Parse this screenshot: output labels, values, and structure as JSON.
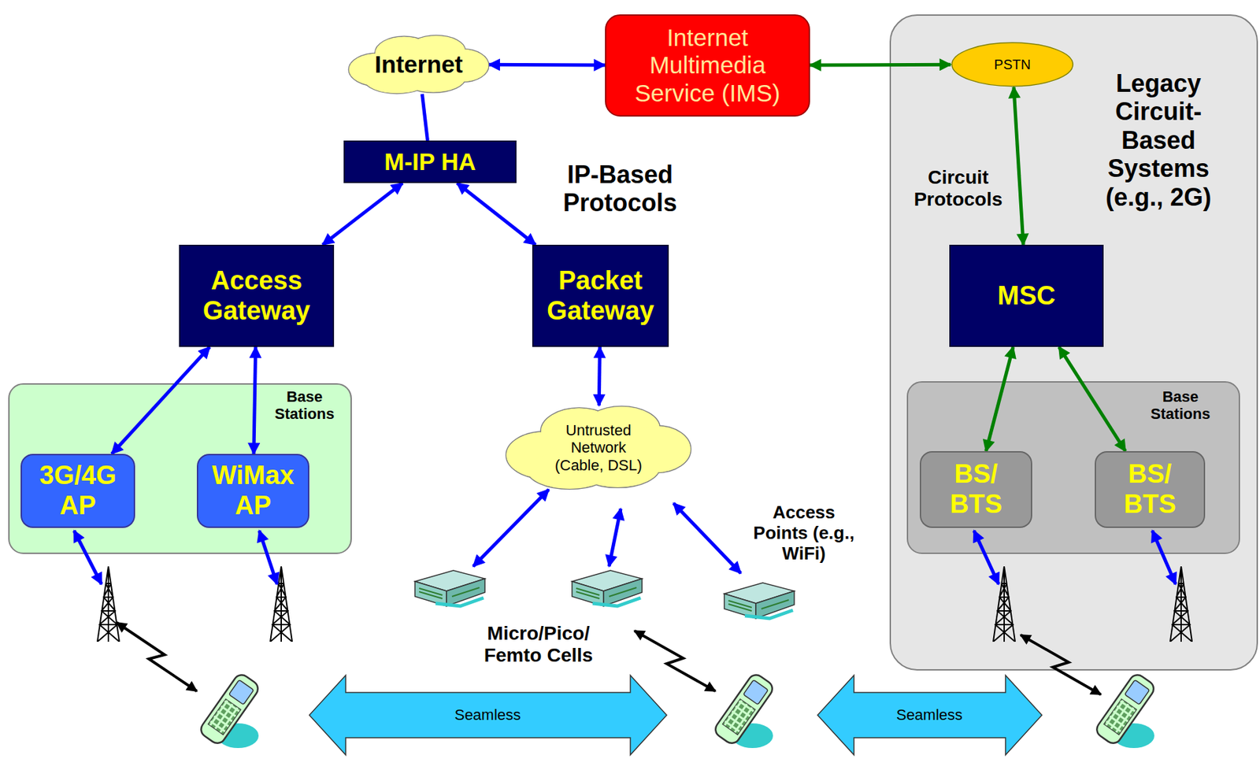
{
  "diagram": {
    "nodes": [
      {
        "text": [
          "Internet"
        ]
      },
      {
        "text": [
          "Internet Multimedia Service (IMS)"
        ]
      },
      {
        "text": [
          "Legacy Circuit- Based Systems (e.g., 2G)"
        ]
      },
      {
        "text": [
          "PSTN"
        ],
        "in": 2
      },
      {
        "text": [
          "M-IP HA"
        ]
      },
      {
        "text": [
          "Access Gateway"
        ]
      },
      {
        "text": [
          "Packet Gateway"
        ]
      },
      {
        "text": [
          "MSC"
        ],
        "in": 2
      },
      {
        "text": [
          "Base Stations"
        ]
      },
      {
        "text": [
          "3G/4G AP"
        ],
        "in": 8
      },
      {
        "text": [
          "WiMax AP"
        ],
        "in": 8
      },
      {
        "text": [
          "Untrusted Network (Cable, DSL)"
        ]
      },
      {
        "text": [
          "Base Stations"
        ],
        "in": 2
      },
      {
        "text": [
          "BS/ BTS"
        ],
        "in": 12
      },
      {
        "text": [
          "BS/ BTS"
        ],
        "in": 12
      }
    ],
    "edges": [
      {
        "from": 0,
        "to": 1,
        "arrow": "both"
      },
      {
        "from": 1,
        "to": 3,
        "arrow": "both"
      },
      {
        "from": 0,
        "to": 4,
        "arrow": "none"
      },
      {
        "from": 4,
        "to": 5,
        "arrow": "both"
      },
      {
        "from": 4,
        "to": 6,
        "arrow": "both"
      },
      {
        "from": 3,
        "to": 7,
        "arrow": "both"
      },
      {
        "from": 5,
        "to": 9,
        "arrow": "both"
      },
      {
        "from": 5,
        "to": 10,
        "arrow": "both"
      },
      {
        "from": 6,
        "to": 11,
        "arrow": "both"
      },
      {
        "from": 7,
        "to": 13,
        "arrow": "both"
      },
      {
        "from": 7,
        "to": 14,
        "arrow": "both"
      }
    ],
    "labels": [
      "IP-Based Protocols",
      "Circuit Protocols",
      "Micro/Pico/ Femto Cells",
      "Access Points (e.g., WiFi)",
      "Seamless",
      "Seamless"
    ]
  }
}
